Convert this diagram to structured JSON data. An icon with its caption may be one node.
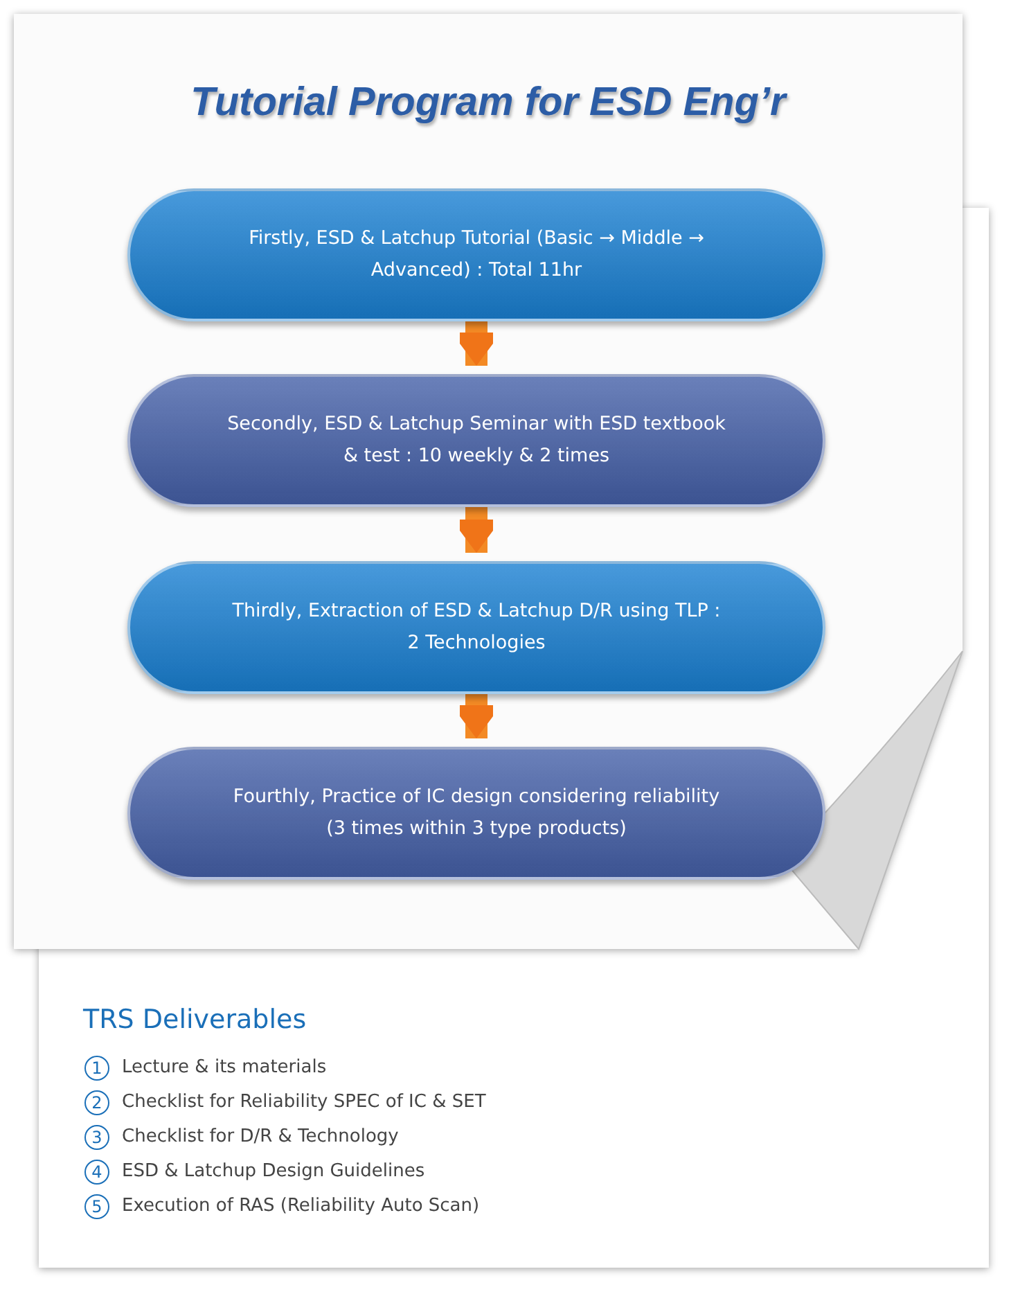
{
  "diagram": {
    "title": "Tutorial Program for ESD Eng’r",
    "nodes": [
      {
        "text": [
          "Firstly, ESD & Latchup Tutorial (Basic → Middle → Advanced) : Total 11hr"
        ]
      },
      {
        "text": [
          "Secondly, ESD & Latchup Seminar with ESD textbook & test : 10 weekly & 2 times"
        ]
      },
      {
        "text": [
          "Thirdly, Extraction of ESD & Latchup D/R using TLP : 2 Technologies"
        ]
      },
      {
        "text": [
          "Fourthly, Practice of IC design considering reliability (3 times within 3 type products)"
        ]
      }
    ],
    "edges": [
      {
        "from": 0,
        "to": 1,
        "arrow": "to"
      },
      {
        "from": 1,
        "to": 2,
        "arrow": "to"
      },
      {
        "from": 2,
        "to": 3,
        "arrow": "to"
      }
    ],
    "labels": [
      "TRS Deliverables",
      "1",
      "Lecture & its materials",
      "2",
      "Checklist for Reliability SPEC of IC & SET",
      "3",
      "Checklist for D/R & Technology",
      "4",
      "ESD & Latchup Design Guidelines",
      "5",
      "Execution of RAS (Reliability Auto Scan)"
    ]
  }
}
